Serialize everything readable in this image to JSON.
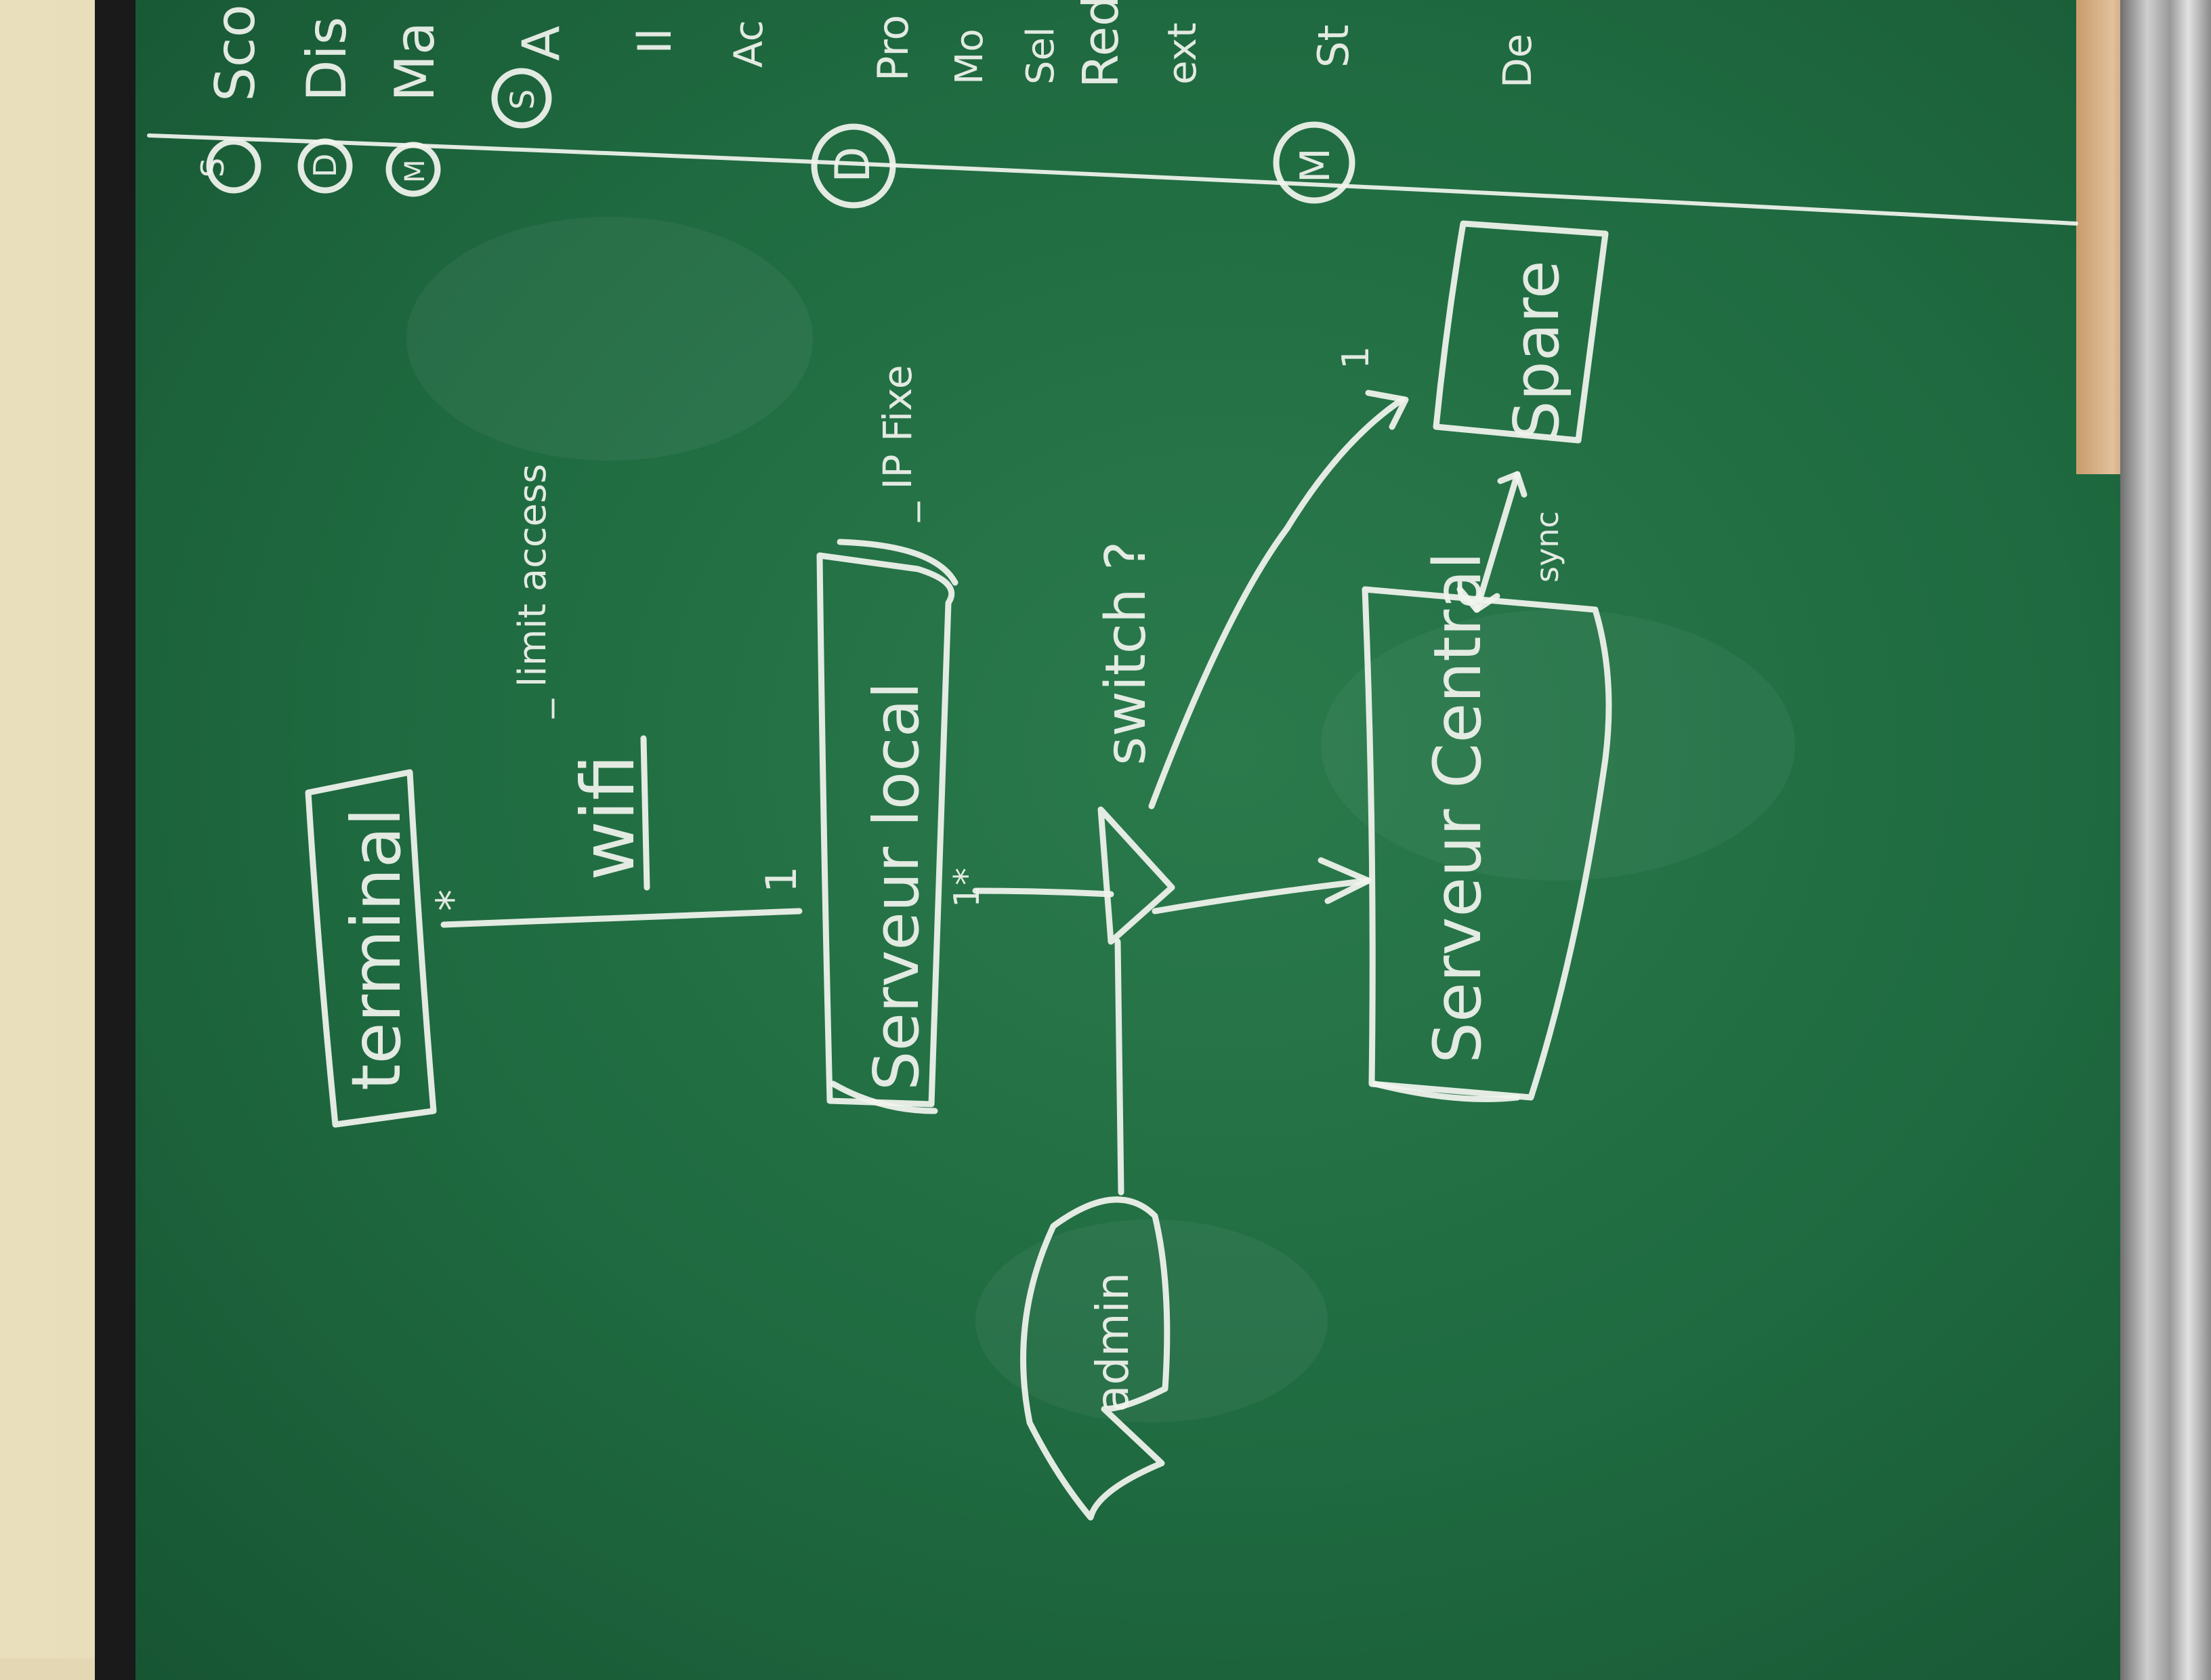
{
  "photo": {
    "colors": {
      "board": "#1f6a40",
      "chalk": "#f2f4ee",
      "wall": "#e4d8b4"
    }
  },
  "diagram": {
    "nodes": {
      "terminal": "terminal",
      "server_local": "Serveur local",
      "server_central": "Serveur Central",
      "spare": "Spare",
      "admin": "admin"
    },
    "labels": {
      "wifi": "wifi",
      "limit_access": "_ limit access",
      "ip_fixe": "_ IP Fixe",
      "switch": "switch ?",
      "sync": "sync"
    },
    "multiplicity": {
      "star_terminal": "*",
      "one_server_local": "1",
      "star_server_local": "1*",
      "one_spare": "1"
    },
    "circled_letters": [
      "S",
      "D",
      "M",
      "S",
      "D",
      "M"
    ],
    "legend_fragments": [
      "Sco",
      "Dis",
      "Ma",
      "A",
      "Il",
      "Ac",
      "Pro",
      "Mo",
      "Sel",
      "Red",
      "ext",
      "St",
      "De"
    ]
  }
}
